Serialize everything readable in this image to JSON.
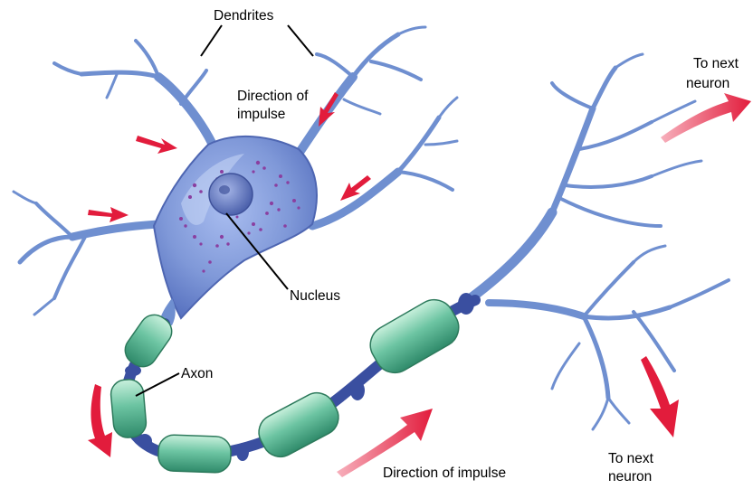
{
  "labels": {
    "dendrites": "Dendrites",
    "direction_top_line1": "Direction of",
    "direction_top_line2": "impulse",
    "to_next_top_line1": "To next",
    "to_next_top_line2": "neuron",
    "nucleus": "Nucleus",
    "axon": "Axon",
    "direction_bottom": "Direction of impulse",
    "to_next_bottom_line1": "To next",
    "to_next_bottom_line2": "neuron"
  },
  "colors": {
    "cell_body": "#7f98d8",
    "dendrite": "#6f8fd0",
    "myelin": "#5fb898",
    "node": "#3a4fa0",
    "arrow": "#e21c3c",
    "granule": "#8a3fa0"
  }
}
